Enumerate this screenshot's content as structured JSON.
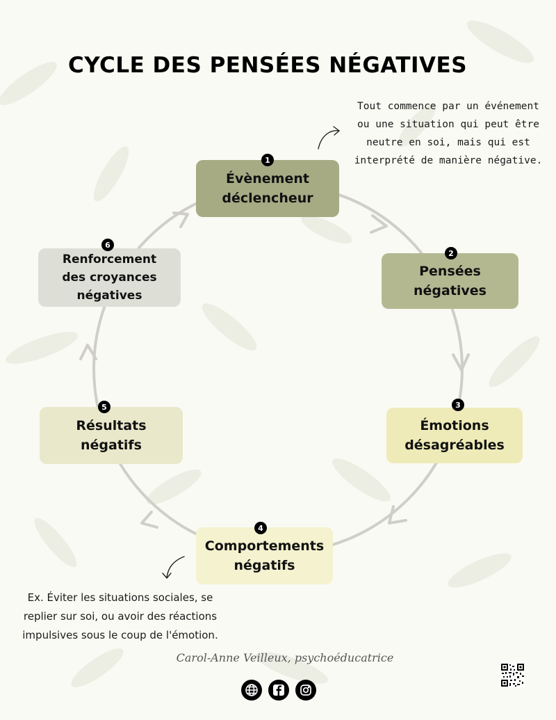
{
  "title": "CYCLE DES PENSÉES NÉGATIVES",
  "steps": [
    {
      "num": "1",
      "label": "Évènement\ndéclencheur",
      "color": "#a6ab84"
    },
    {
      "num": "2",
      "label": "Pensées\nnégatives",
      "color": "#b4b891"
    },
    {
      "num": "3",
      "label": "Émotions\ndésagréables",
      "color": "#eeebb8"
    },
    {
      "num": "4",
      "label": "Comportements\nnégatifs",
      "color": "#f4f2cf"
    },
    {
      "num": "5",
      "label": "Résultats\nnégatifs",
      "color": "#e9e8cb"
    },
    {
      "num": "6",
      "label": "Renforcement\ndes croyances\nnégatives",
      "color": "#dddfd6"
    }
  ],
  "note_top": "Tout commence par un événement\nou une situation qui peut être\nneutre en soi, mais qui est\ninterprété de manière négative.",
  "note_bottom": "Ex. Éviter les situations sociales, se\nreplier sur soi, ou avoir des réactions\nimpulsives sous le coup de l'émotion.",
  "signature": "Carol-Anne Veilleux, psychoéducatrice",
  "icons": [
    "globe-icon",
    "facebook-icon",
    "instagram-icon",
    "qr-code-icon"
  ]
}
